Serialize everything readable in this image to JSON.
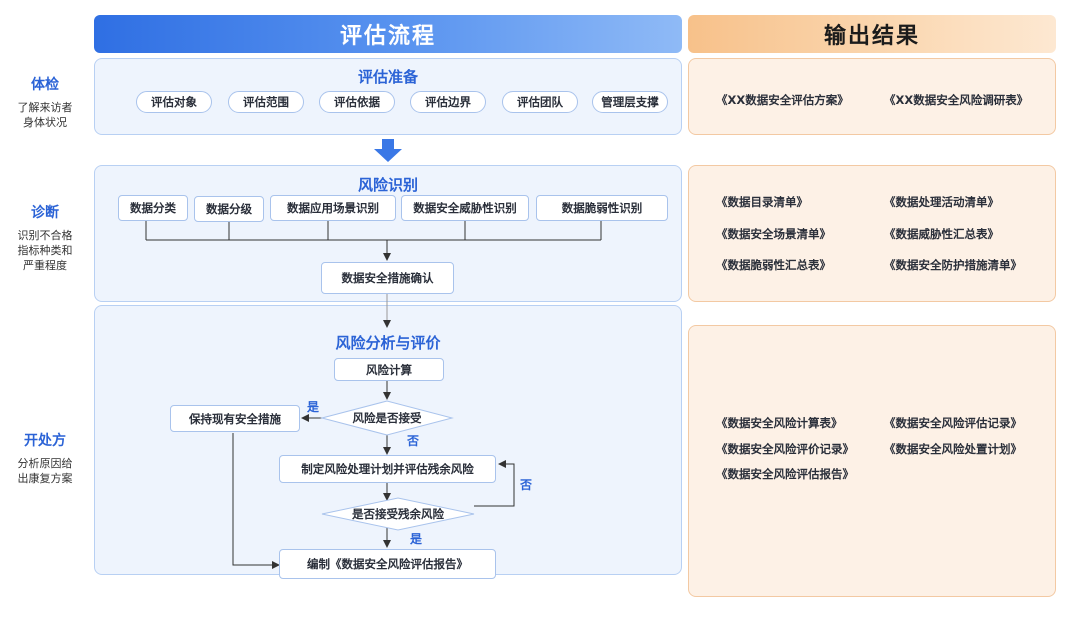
{
  "headers": {
    "process": "评估流程",
    "output": "输出结果"
  },
  "stages": [
    {
      "title": "体检",
      "desc": [
        "了解来访者",
        "身体状况"
      ]
    },
    {
      "title": "诊断",
      "desc": [
        "识别不合格",
        "指标种类和",
        "严重程度"
      ]
    },
    {
      "title": "开处方",
      "desc": [
        "分析原因给",
        "出康复方案"
      ]
    }
  ],
  "preparation": {
    "title": "评估准备",
    "items": [
      "评估对象",
      "评估范围",
      "评估依据",
      "评估边界",
      "评估团队",
      "管理层支撑"
    ]
  },
  "identification": {
    "title": "风险识别",
    "items": [
      "数据分类",
      "数据分级",
      "数据应用场景识别",
      "数据安全威胁性识别",
      "数据脆弱性识别"
    ],
    "confirm": "数据安全措施确认"
  },
  "analysis": {
    "title": "风险分析与评价",
    "calc": "风险计算",
    "decision_accept": "风险是否接受",
    "keep": "保持现有安全措施",
    "plan": "制定风险处理计划并评估残余风险",
    "decision_residual": "是否接受残余风险",
    "report": "编制《数据安全风险评估报告》",
    "yes": "是",
    "no": "否"
  },
  "outputs": {
    "preparation": [
      "《XX数据安全评估方案》",
      "《XX数据安全风险调研表》"
    ],
    "identification": [
      "《数据目录清单》",
      "《数据处理活动清单》",
      "《数据安全场景清单》",
      "《数据威胁性汇总表》",
      "《数据脆弱性汇总表》",
      "《数据安全防护措施清单》"
    ],
    "analysis": [
      "《数据安全风险计算表》",
      "《数据安全风险评估记录》",
      "《数据安全风险评价记录》",
      "《数据安全风险处置计划》",
      "《数据安全风险评估报告》"
    ]
  },
  "colors": {
    "accent_blue": "#2b63d6",
    "panel_blue": "#eef4fd",
    "panel_orange": "#fdf1e6",
    "header_orange": "#f7c18a"
  }
}
